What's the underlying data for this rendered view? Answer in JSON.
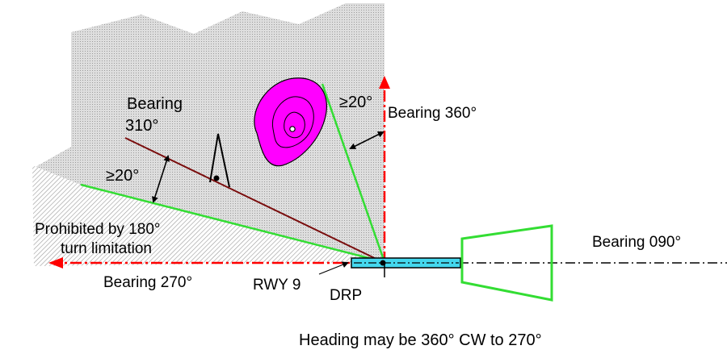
{
  "labels": {
    "bearing_310_line1": "Bearing",
    "bearing_310_line2": "310°",
    "bearing_360": "Bearing 360°",
    "bearing_090": "Bearing 090°",
    "bearing_270": "Bearing 270°",
    "angle_left": "≥20°",
    "angle_top": "≥20°",
    "prohibited_line1": "Prohibited by 180°",
    "prohibited_line2": "turn limitation",
    "runway": "RWY 9",
    "drp": "DRP",
    "caption": "Heading may be 360° CW to 270°"
  },
  "colors": {
    "terrain_fill": "#d9d9d9",
    "hatch": "#9a9a9a",
    "bearing_line_red": "#ff0000",
    "limit_line_green": "#33dd33",
    "bearing_310_line": "#7a0d0d",
    "obstacle_fill": "#ff00ff",
    "runway_fill": "#44d8ee",
    "approach_area_stroke": "#33dd33"
  }
}
